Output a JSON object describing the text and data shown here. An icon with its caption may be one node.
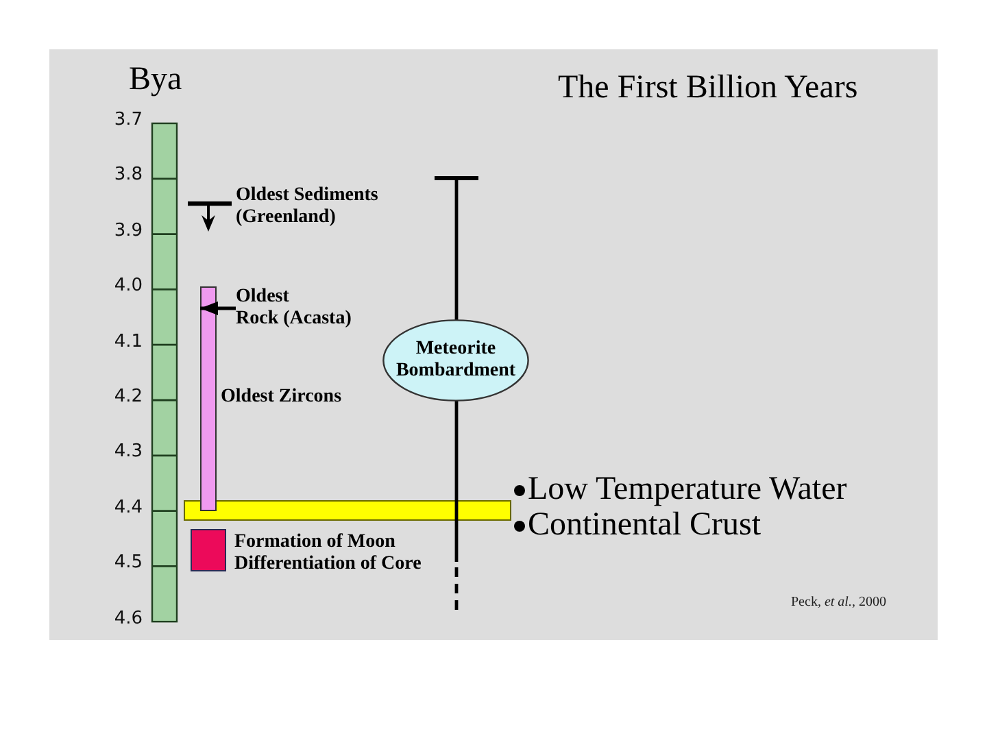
{
  "diagram": {
    "title": "The First Billion Years",
    "nodes": [
      {
        "text": [
          "Oldest Rock (Acasta)"
        ]
      },
      {
        "text": [
          "Meteorite Bombardment"
        ]
      },
      {
        "text": [
          "Oldest Zircons"
        ]
      },
      {
        "text": [
          "Low Temperature Water",
          "Continental Crust"
        ]
      },
      {
        "text": [
          "Formation of Moon",
          "Differentiation of Core"
        ]
      }
    ],
    "edges": [
      {
        "from": 0,
        "to": 2,
        "arrow": "to"
      }
    ],
    "labels": [
      "Bya",
      "3.7",
      "3.8",
      "3.9",
      "4.0",
      "4.1",
      "4.2",
      "4.3",
      "4.4",
      "4.5",
      "4.6",
      "Oldest Sediments (Greenland)",
      "Peck, *et al.*, 2000"
    ]
  }
}
